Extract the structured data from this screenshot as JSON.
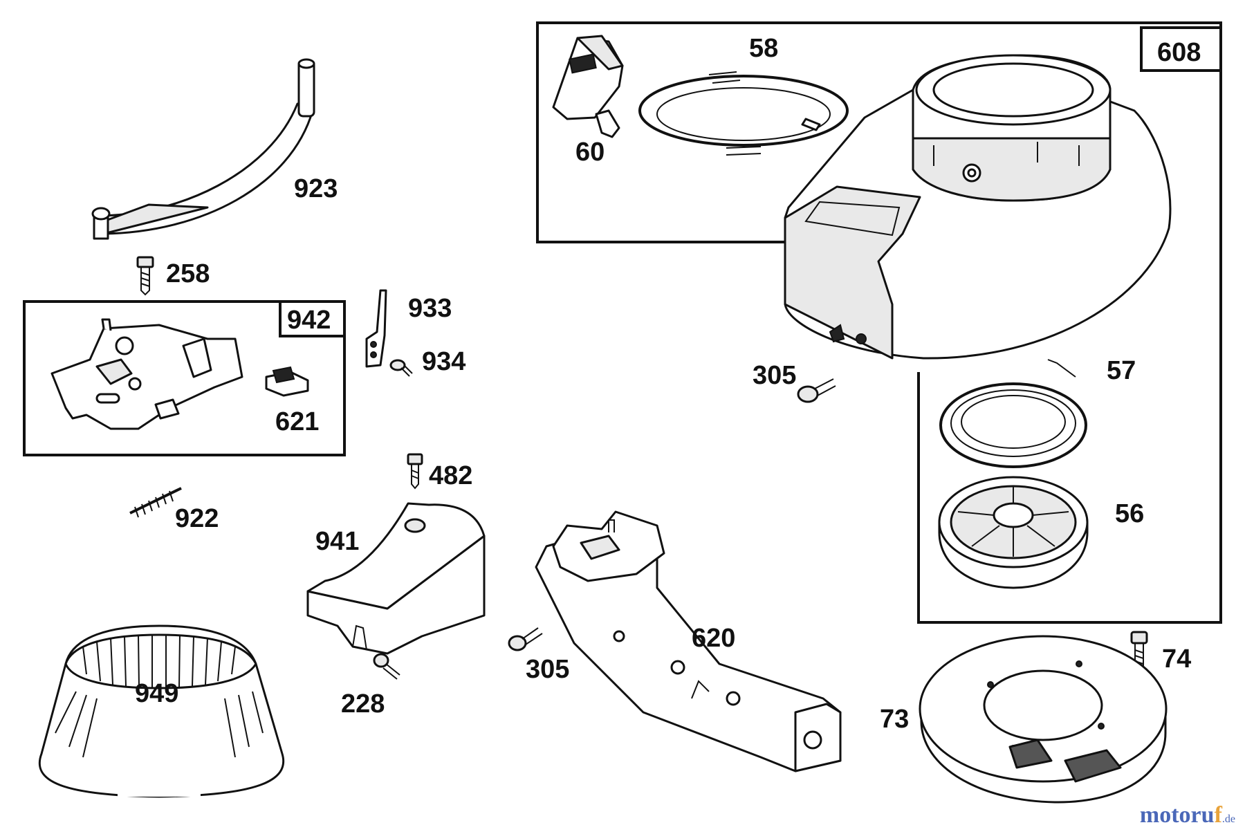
{
  "diagram": {
    "labels": {
      "p923": "923",
      "p258": "258",
      "p942": "942",
      "p621": "621",
      "p933": "933",
      "p934": "934",
      "p922": "922",
      "p482": "482",
      "p941": "941",
      "p949": "949",
      "p228": "228",
      "p305a": "305",
      "p620": "620",
      "p608": "608",
      "p58": "58",
      "p60": "60",
      "p305b": "305",
      "p57": "57",
      "p56": "56",
      "p74": "74",
      "p73": "73"
    },
    "watermark": {
      "part1": "motoru",
      "part2": "f",
      "part3": ".de"
    }
  }
}
